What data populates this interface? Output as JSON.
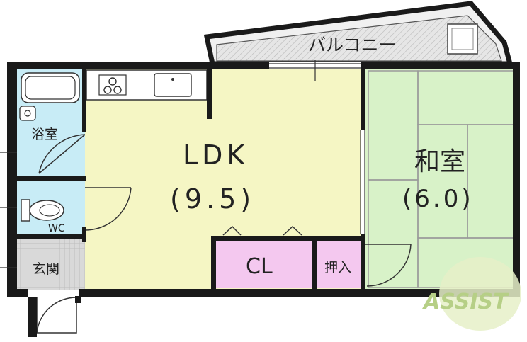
{
  "rooms": {
    "ldk": {
      "name": "LDK",
      "size": "(9.5)"
    },
    "washitsu": {
      "name": "和室",
      "size": "(6.0)"
    },
    "balcony": {
      "name": "バルコニー"
    },
    "bath": {
      "name": "浴室"
    },
    "wc": {
      "name": "WC"
    },
    "entrance": {
      "name": "玄関"
    },
    "closet": {
      "name": "CL"
    },
    "oshiire": {
      "name": "押入"
    }
  },
  "logo": {
    "text": "ASSIST"
  },
  "colors": {
    "ldk": "#f5f6c4",
    "washitsu": "#d8f2c8",
    "bath": "#c8ecf6",
    "closet": "#f4c8ef",
    "balcony": "#e4e4e4",
    "entrance": "#d6d6d6",
    "wall": "#1a1a1a",
    "logo": "#cfe3a8"
  }
}
